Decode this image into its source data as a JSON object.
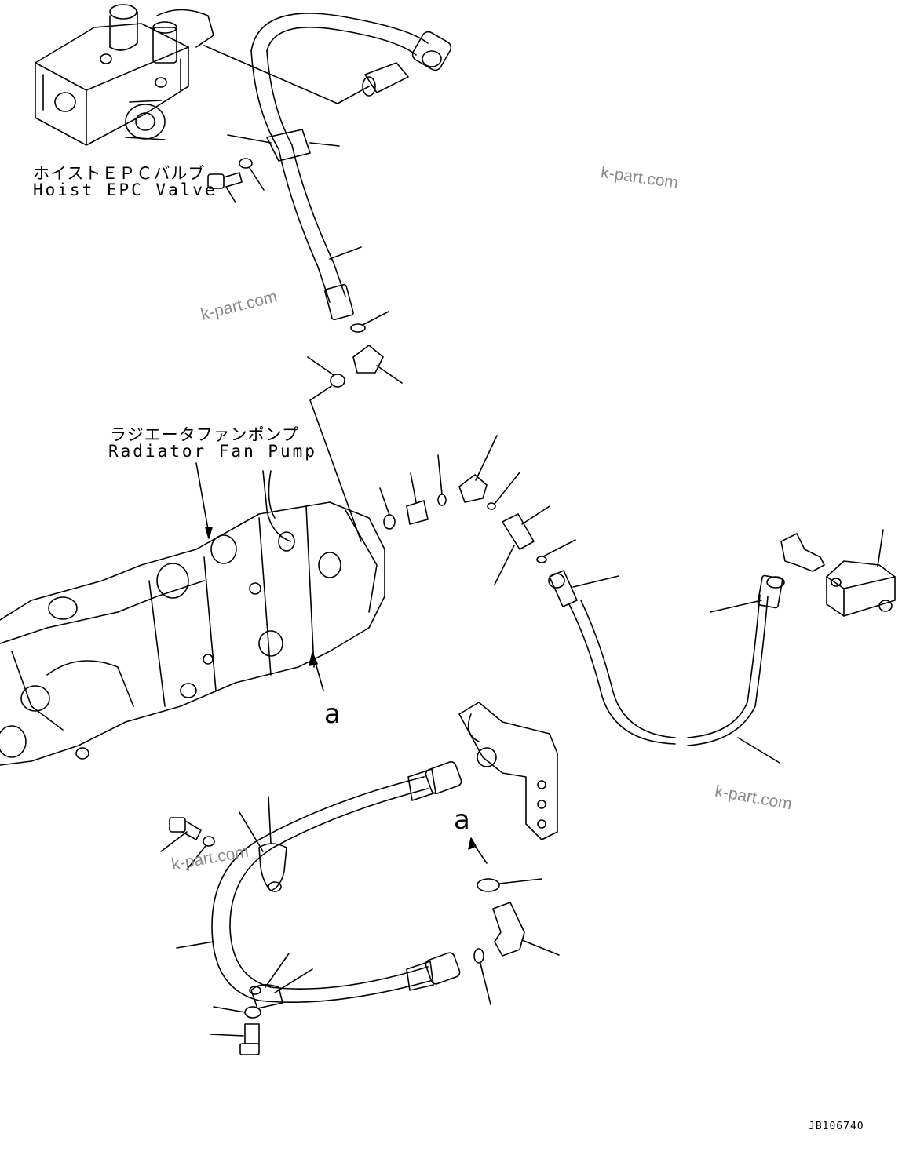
{
  "labels": {
    "hoist_epc_valve_jp": "ホイストＥＰＣバルブ",
    "hoist_epc_valve_en": "Hoist EPC Valve",
    "radiator_fan_pump_jp": "ラジエータファンポンプ",
    "radiator_fan_pump_en": "Radiator Fan Pump",
    "ref_a_upper": "a",
    "ref_a_lower": "a"
  },
  "watermarks": [
    "k-part.com",
    "k-part.com",
    "k-part.com",
    "k-part.com"
  ],
  "drawing_code": "JB106740",
  "colors": {
    "ink": "#000000",
    "watermark": "#8a8a8a",
    "paper": "#ffffff"
  }
}
